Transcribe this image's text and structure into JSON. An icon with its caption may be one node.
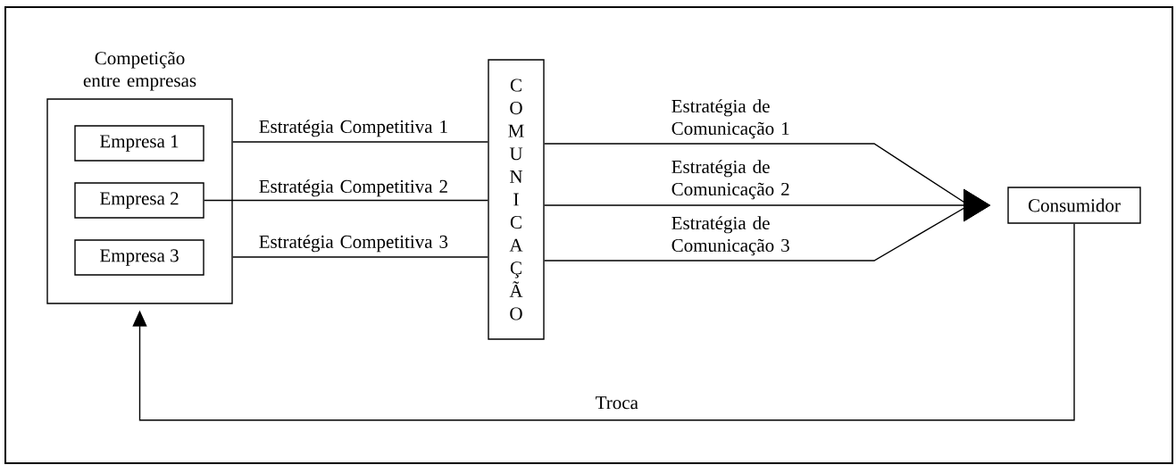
{
  "diagram": {
    "nodes": [
      {
        "text": [
          "Competição entre empresas"
        ]
      },
      {
        "text": [
          "Empresa 1"
        ],
        "in": 0
      },
      {
        "text": [
          "Empresa 2"
        ],
        "in": 0
      },
      {
        "text": [
          "Empresa 3"
        ],
        "in": 0
      },
      {
        "text": [
          "COMUNICAÇÃO"
        ]
      },
      {
        "text": [
          "Consumidor"
        ]
      }
    ],
    "edges": [
      {
        "from": 0,
        "to": 4,
        "arrow": "none",
        "label": "Estratégia Competitiva 1"
      },
      {
        "from": 2,
        "to": 4,
        "arrow": "none",
        "label": "Estratégia Competitiva 2"
      },
      {
        "from": 0,
        "to": 4,
        "arrow": "none",
        "label": "Estratégia Competitiva 3"
      },
      {
        "from": 4,
        "to": 5,
        "arrow": "to",
        "label": "Estratégia de Comunicação 1"
      },
      {
        "from": 4,
        "to": 5,
        "arrow": "to",
        "label": "Estratégia de Comunicação 2"
      },
      {
        "from": 4,
        "to": 5,
        "arrow": "to",
        "label": "Estratégia de Comunicação 3"
      },
      {
        "from": 5,
        "to": 0,
        "arrow": "to",
        "label": "Troca"
      }
    ]
  }
}
